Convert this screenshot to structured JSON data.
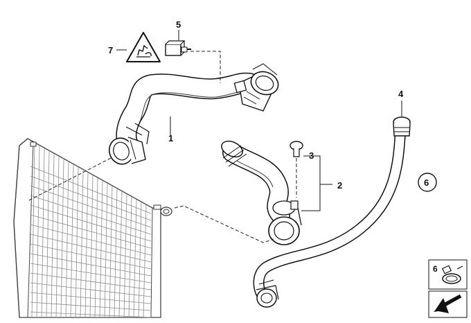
{
  "callouts": {
    "c1": "1",
    "c2": "2",
    "c3": "3",
    "c4": "4",
    "c5": "5",
    "c6": "6",
    "c7": "7",
    "c6_small": "6"
  },
  "colors": {
    "line": "#111111",
    "hose_fill": "#ffffff",
    "dash": "#222222",
    "radiator_line": "#555555"
  },
  "icons": {
    "warning": "warning-triangle-icon",
    "clamp": "hose-clamp-icon",
    "nav_arrow": "arrow-down-left-icon"
  }
}
